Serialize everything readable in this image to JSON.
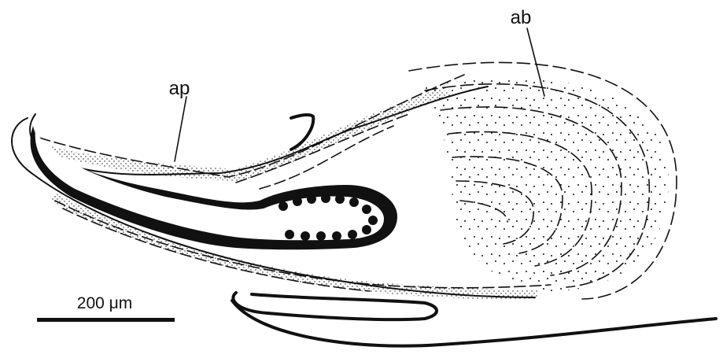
{
  "figure": {
    "labels": {
      "ap": "ap",
      "ab": "ab"
    },
    "scale_bar": {
      "text": "200 μm"
    },
    "colors": {
      "ink": "#111111",
      "background": "#ffffff"
    }
  }
}
